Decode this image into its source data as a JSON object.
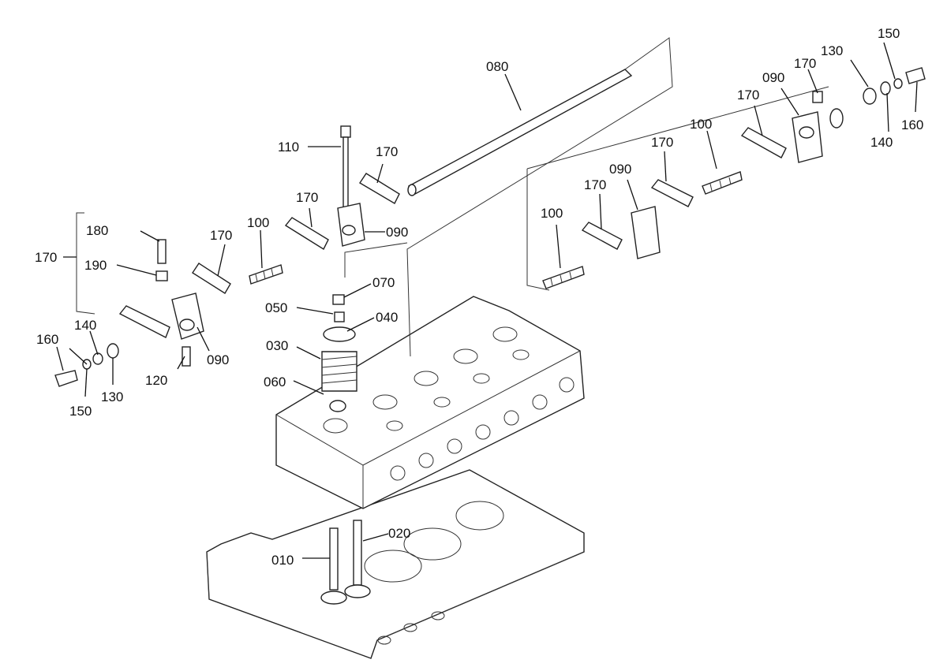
{
  "callouts": {
    "p010": "010",
    "p020": "020",
    "p030": "030",
    "p040": "040",
    "p050": "050",
    "p060": "060",
    "p070": "070",
    "p080": "080",
    "p090": "090",
    "p100": "100",
    "p110": "110",
    "p120": "120",
    "p130": "130",
    "p140": "140",
    "p150": "150",
    "p160": "160",
    "p170": "170",
    "p180": "180",
    "p190": "190"
  }
}
